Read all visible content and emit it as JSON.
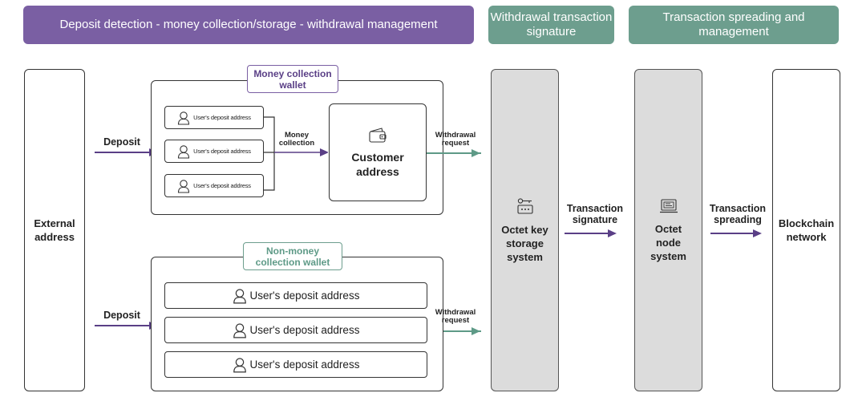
{
  "banners": {
    "left": "Deposit detection  -  money collection/storage  -  withdrawal management",
    "middle": "Withdrawal transaction signature",
    "right": "Transaction spreading and management"
  },
  "external_address": "External address",
  "deposit_label": "Deposit",
  "money_wallet": {
    "title": "Money collection wallet",
    "addresses": [
      "User's deposit address",
      "User's deposit address",
      "User's deposit address"
    ],
    "money_collection_label": "Money collection",
    "customer_address": "Customer address",
    "withdrawal_request": "Withdrawal request"
  },
  "non_money_wallet": {
    "title": "Non-money collection wallet",
    "addresses": [
      "User's deposit address",
      "User's deposit address",
      "User's deposit address"
    ],
    "withdrawal_request": "Withdrawal request"
  },
  "key_storage": "Octet key storage system",
  "transaction_signature": "Transaction signature",
  "node_system": "Octet node system",
  "transaction_spreading": "Transaction spreading",
  "blockchain_network": "Blockchain network",
  "colors": {
    "purple": "#7a5fa3",
    "teal": "#6d9e8e",
    "gray_box": "#dcdcdc",
    "purple_arrow": "#5a3f86",
    "teal_arrow": "#5e9a87"
  },
  "icons": {
    "user": "user-icon",
    "wallet": "wallet-icon",
    "key_storage": "key-storage-icon",
    "node": "node-computer-icon"
  }
}
